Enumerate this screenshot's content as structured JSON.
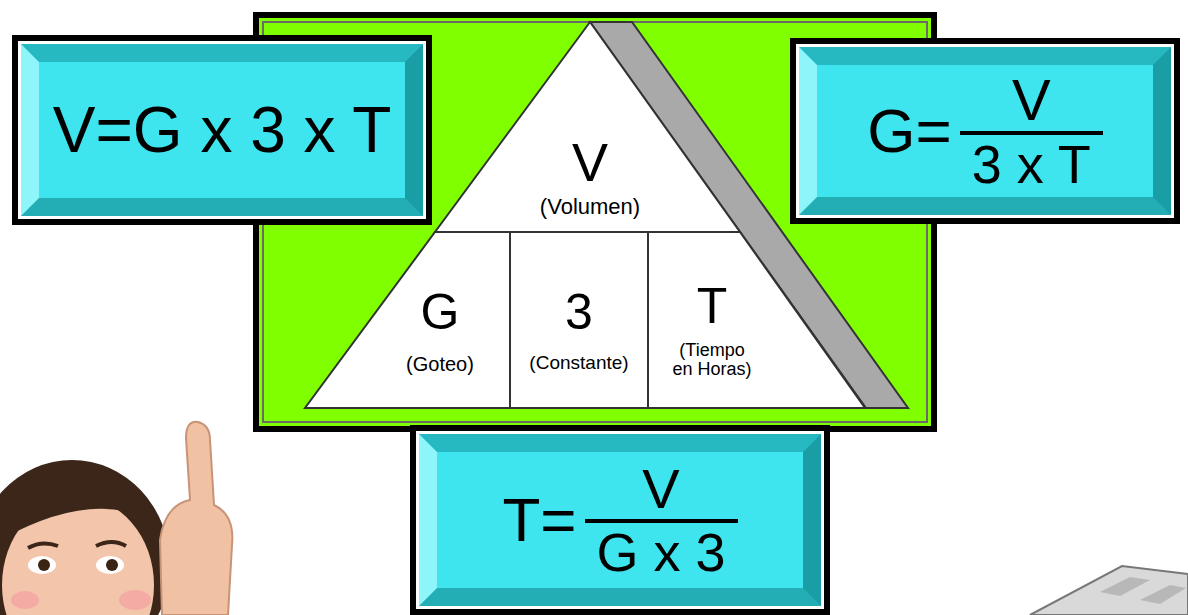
{
  "diagram": {
    "nodes": [
      {
        "text": [
          "V=G x 3 x T"
        ]
      },
      {
        "text": [
          "V",
          "(Volumen)"
        ]
      },
      {
        "text": [
          "G=",
          "V",
          "3 x T"
        ]
      },
      {
        "text": [
          "G",
          "(Goteo)"
        ]
      },
      {
        "text": [
          "3",
          "(Constante)"
        ]
      },
      {
        "text": [
          "T",
          "(Tiempo en Horas)"
        ]
      },
      {
        "text": [
          "T=",
          "V",
          "G x 3"
        ]
      }
    ]
  }
}
